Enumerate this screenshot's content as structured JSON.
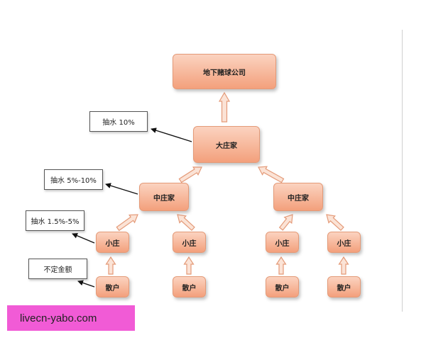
{
  "nodes": {
    "company": "地下赌球公司",
    "big_banker": "大庄家",
    "mid_banker_left": "中庄家",
    "mid_banker_right": "中庄家",
    "small_banker_1": "小庄",
    "small_banker_2": "小庄",
    "small_banker_3": "小庄",
    "small_banker_4": "小庄",
    "retail_1": "散户",
    "retail_2": "散户",
    "retail_3": "散户",
    "retail_4": "散户"
  },
  "labels": {
    "commission_big": "抽水 10%",
    "commission_mid": "抽水 5%-10%",
    "commission_small": "抽水 1.5%-5%",
    "retail_amount": "不定金额"
  },
  "watermark": "livecn-yabo.com",
  "colors": {
    "node_top": "#fbd3c0",
    "node_bottom": "#f3a07c",
    "arrow_fill": "#fbe3d6",
    "arrow_stroke": "#e49a78",
    "watermark_bg": "#f15bd6"
  }
}
